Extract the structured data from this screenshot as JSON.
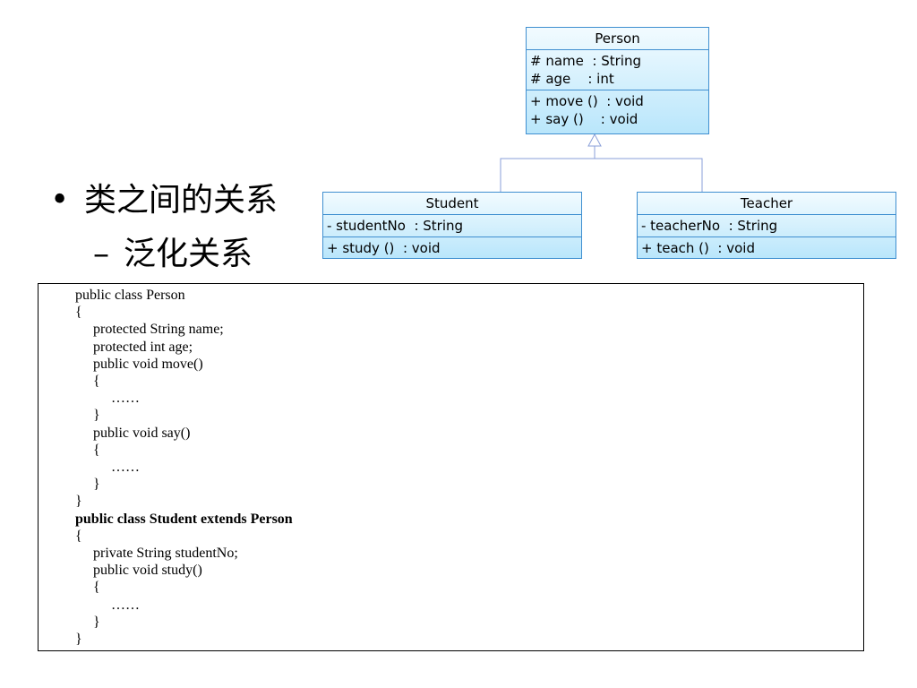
{
  "bullets": {
    "level1": "类之间的关系",
    "level2": "泛化关系",
    "bullet_glyph": "•",
    "dash_glyph": "–"
  },
  "uml": {
    "classes": [
      {
        "id": "person",
        "name": "Person",
        "attributes": [
          "# name  : String",
          "# age    : int"
        ],
        "operations": [
          "+ move ()  : void",
          "+ say ()    : void"
        ]
      },
      {
        "id": "student",
        "name": "Student",
        "attributes": [
          "- studentNo  : String"
        ],
        "operations": [
          "+ study ()  : void"
        ]
      },
      {
        "id": "teacher",
        "name": "Teacher",
        "attributes": [
          "- teacherNo  : String"
        ],
        "operations": [
          "+ teach ()  : void"
        ]
      }
    ],
    "relationship": "generalization",
    "colors": {
      "border": "#3f8fd0",
      "fill_top": "#f2fbff",
      "fill_bottom": "#b9e6fb",
      "connector": "#8a9fd8"
    }
  },
  "code": {
    "lines": [
      {
        "text": "public class Person",
        "indent": 0,
        "bold": false
      },
      {
        "text": "{",
        "indent": 0,
        "bold": false
      },
      {
        "text": "protected String name;",
        "indent": 1,
        "bold": false
      },
      {
        "text": "protected int age;",
        "indent": 1,
        "bold": false
      },
      {
        "text": "public void move()",
        "indent": 1,
        "bold": false
      },
      {
        "text": "{",
        "indent": 1,
        "bold": false
      },
      {
        "text": "……",
        "indent": 2,
        "bold": false
      },
      {
        "text": "}",
        "indent": 1,
        "bold": false
      },
      {
        "text": "public void say()",
        "indent": 1,
        "bold": false
      },
      {
        "text": "{",
        "indent": 1,
        "bold": false
      },
      {
        "text": "……",
        "indent": 2,
        "bold": false
      },
      {
        "text": "}",
        "indent": 1,
        "bold": false
      },
      {
        "text": "}",
        "indent": 0,
        "bold": false
      },
      {
        "text": "public class Student extends Person",
        "indent": 0,
        "bold": true
      },
      {
        "text": "{",
        "indent": 0,
        "bold": false
      },
      {
        "text": "private String studentNo;",
        "indent": 1,
        "bold": false
      },
      {
        "text": "public void study()",
        "indent": 1,
        "bold": false
      },
      {
        "text": "{",
        "indent": 1,
        "bold": false
      },
      {
        "text": "……",
        "indent": 2,
        "bold": false
      },
      {
        "text": "}",
        "indent": 1,
        "bold": false
      },
      {
        "text": "}",
        "indent": 0,
        "bold": false
      }
    ]
  }
}
